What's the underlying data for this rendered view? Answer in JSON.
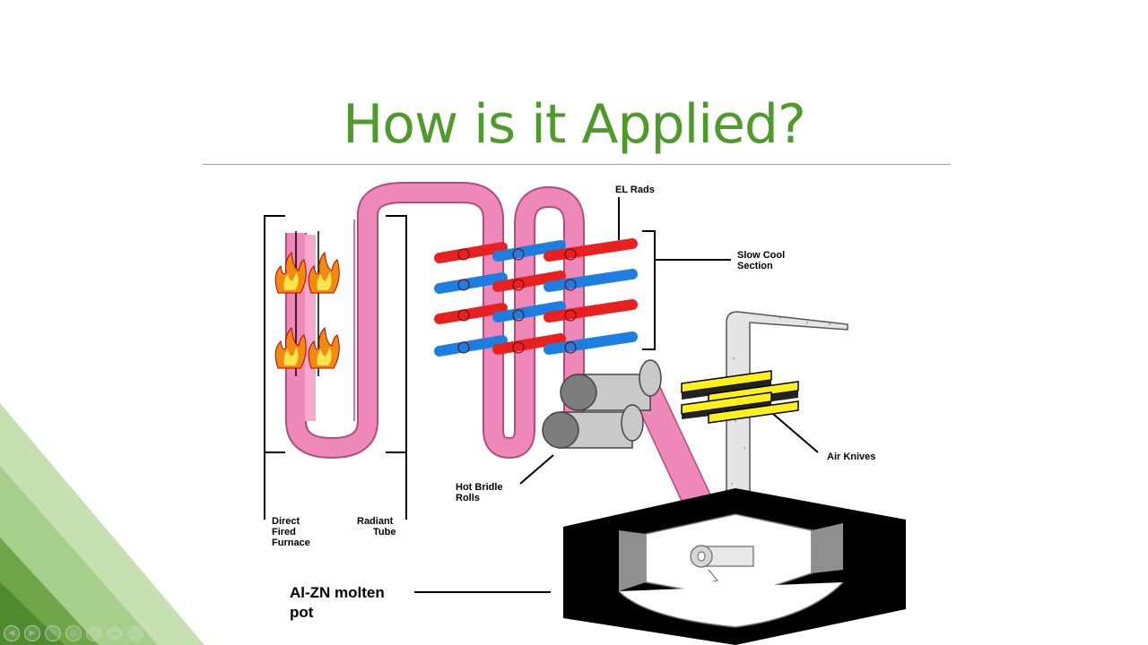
{
  "slide": {
    "title": "How is it Applied?"
  },
  "diagram": {
    "labels": {
      "el_rads": "EL Rads",
      "slow_cool_1": "Slow Cool",
      "slow_cool_2": "Section",
      "air_knives": "Air Knives",
      "hot_bridle_1": "Hot Bridle",
      "hot_bridle_2": "Rolls",
      "direct_fired_1": "Direct",
      "direct_fired_2": "Fired",
      "direct_fired_3": "Furnace",
      "radiant_tube_1": "Radiant",
      "radiant_tube_2": "Tube",
      "pot_1": "Al-ZN molten",
      "pot_2": "pot"
    }
  },
  "controls": [
    {
      "icon": "previous-icon",
      "glyph": "◀"
    },
    {
      "icon": "next-icon",
      "glyph": "▶"
    },
    {
      "icon": "pen-icon",
      "glyph": "✎"
    },
    {
      "icon": "slides-icon",
      "glyph": "▦"
    },
    {
      "icon": "zoom-icon",
      "glyph": "⌕"
    },
    {
      "icon": "subtitles-icon",
      "glyph": "▭"
    },
    {
      "icon": "more-icon",
      "glyph": "…"
    }
  ],
  "colors": {
    "title": "#4e9a2a",
    "strip": "#ee88b8",
    "strip_edge": "#b04c7e",
    "red_tube": "#e8201f",
    "blue_tube": "#1e7de0",
    "accent_dark_green": "#4f8a2e",
    "accent_light_green": "#c6e0b2"
  }
}
